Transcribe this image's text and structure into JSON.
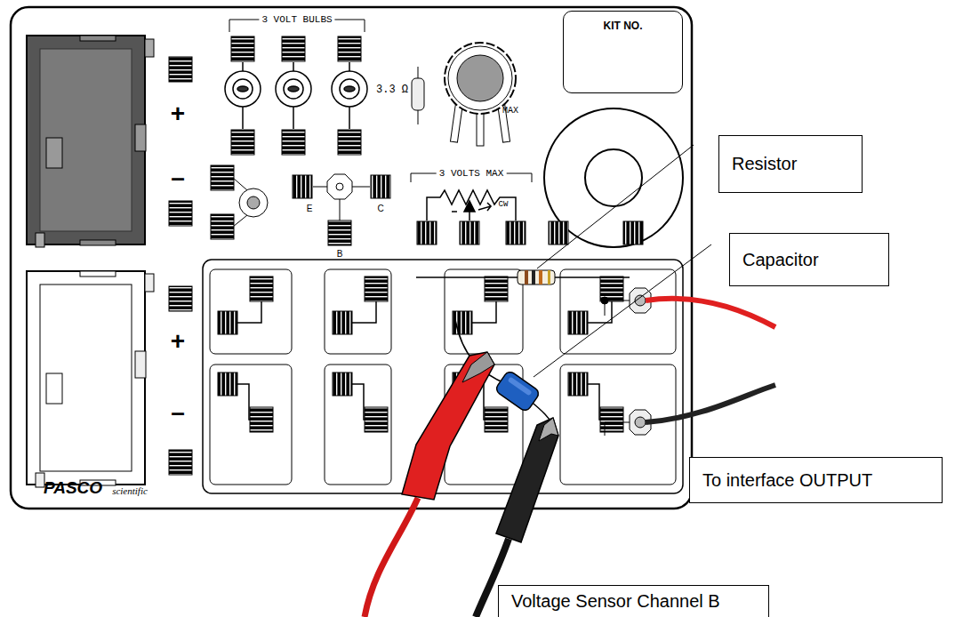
{
  "diagram": {
    "nodes": [
      {
        "text": [
          "KIT NO."
        ]
      },
      {
        "text": [
          "Resistor"
        ]
      },
      {
        "text": [
          "Capacitor"
        ]
      },
      {
        "text": [
          "To interface OUTPUT"
        ]
      },
      {
        "text": [
          "Voltage Sensor Channel B"
        ]
      }
    ],
    "labels": [
      "3 VOLT BULBS",
      "3.3 Ω",
      "MAX",
      "+",
      "–",
      "+",
      "–",
      "E",
      "C",
      "B",
      "3 VOLTS MAX",
      "CW",
      "PASCO",
      "scientific"
    ]
  }
}
